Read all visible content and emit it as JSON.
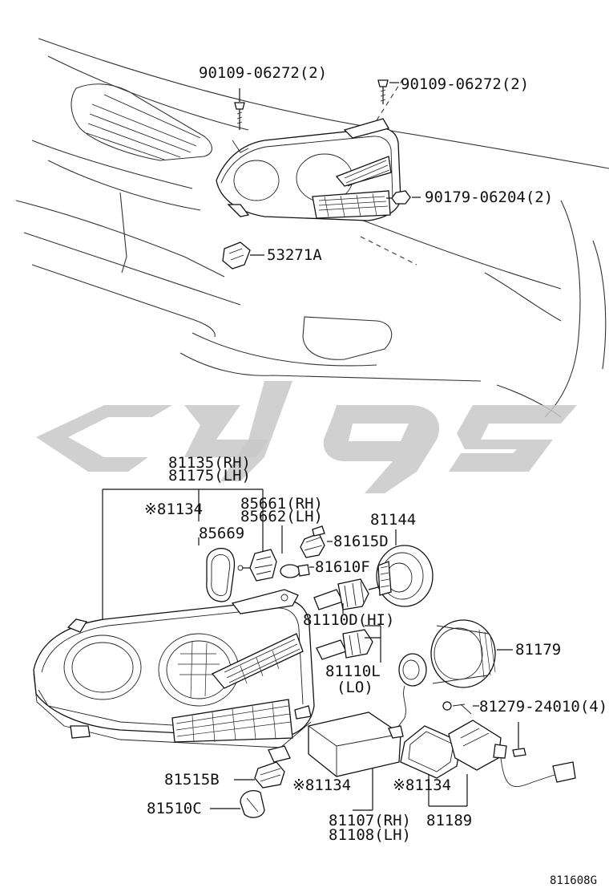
{
  "diagram": {
    "drawing_code": "811608G",
    "labels": {
      "bolt_left": "90109-06272(2)",
      "bolt_right": "90109-06272(2)",
      "nut_right": "90179-06204(2)",
      "clip": "53271A",
      "housing_rh": "81135(RH)",
      "housing_lh": "81175(LH)",
      "gasket_note_top": "※81134",
      "socket_rh": "85661(RH)",
      "socket_lh": "85662(LH)",
      "gasket": "85669",
      "socket_81615": "81615D",
      "bulb_81610": "81610F",
      "cover_81144": "81144",
      "bulb_hi": "81110D(HI)",
      "bulb_lo_num": "81110L",
      "bulb_lo_tag": "(LO)",
      "cover_81179": "81179",
      "screw_81279": "81279-24010(4)",
      "socket_81515": "81515B",
      "bulb_81510": "81510C",
      "note_center": "※81134",
      "note_right": "※81134",
      "ballast_rh": "81107(RH)",
      "ballast_lh": "81108(LH)",
      "igniter": "81189"
    }
  }
}
